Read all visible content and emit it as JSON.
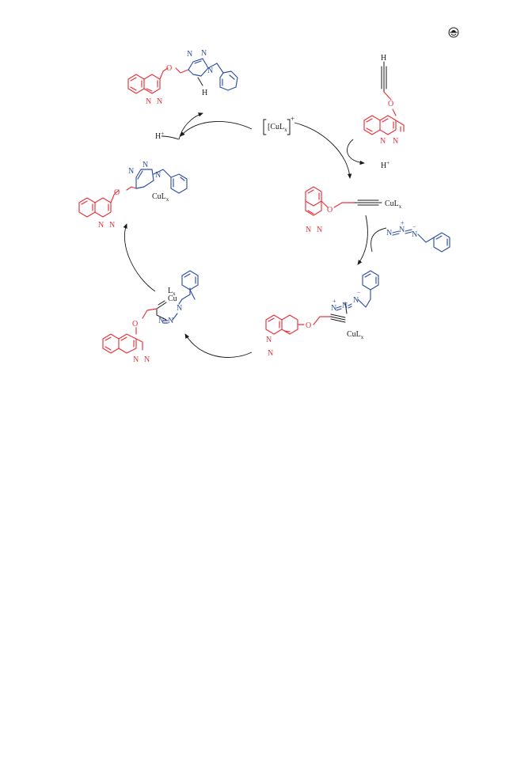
{
  "catalyst": {
    "text": "[CuL",
    "sub": "x",
    "close": "]",
    "charge": "+"
  },
  "proton_top": "H+",
  "proton_right": "H+",
  "labels": {
    "O": "O",
    "N": "N",
    "H": "H",
    "Cu": "Cu",
    "L": "L",
    "x": "x",
    "CuL": "CuL",
    "plus": "+",
    "minus": "−"
  }
}
